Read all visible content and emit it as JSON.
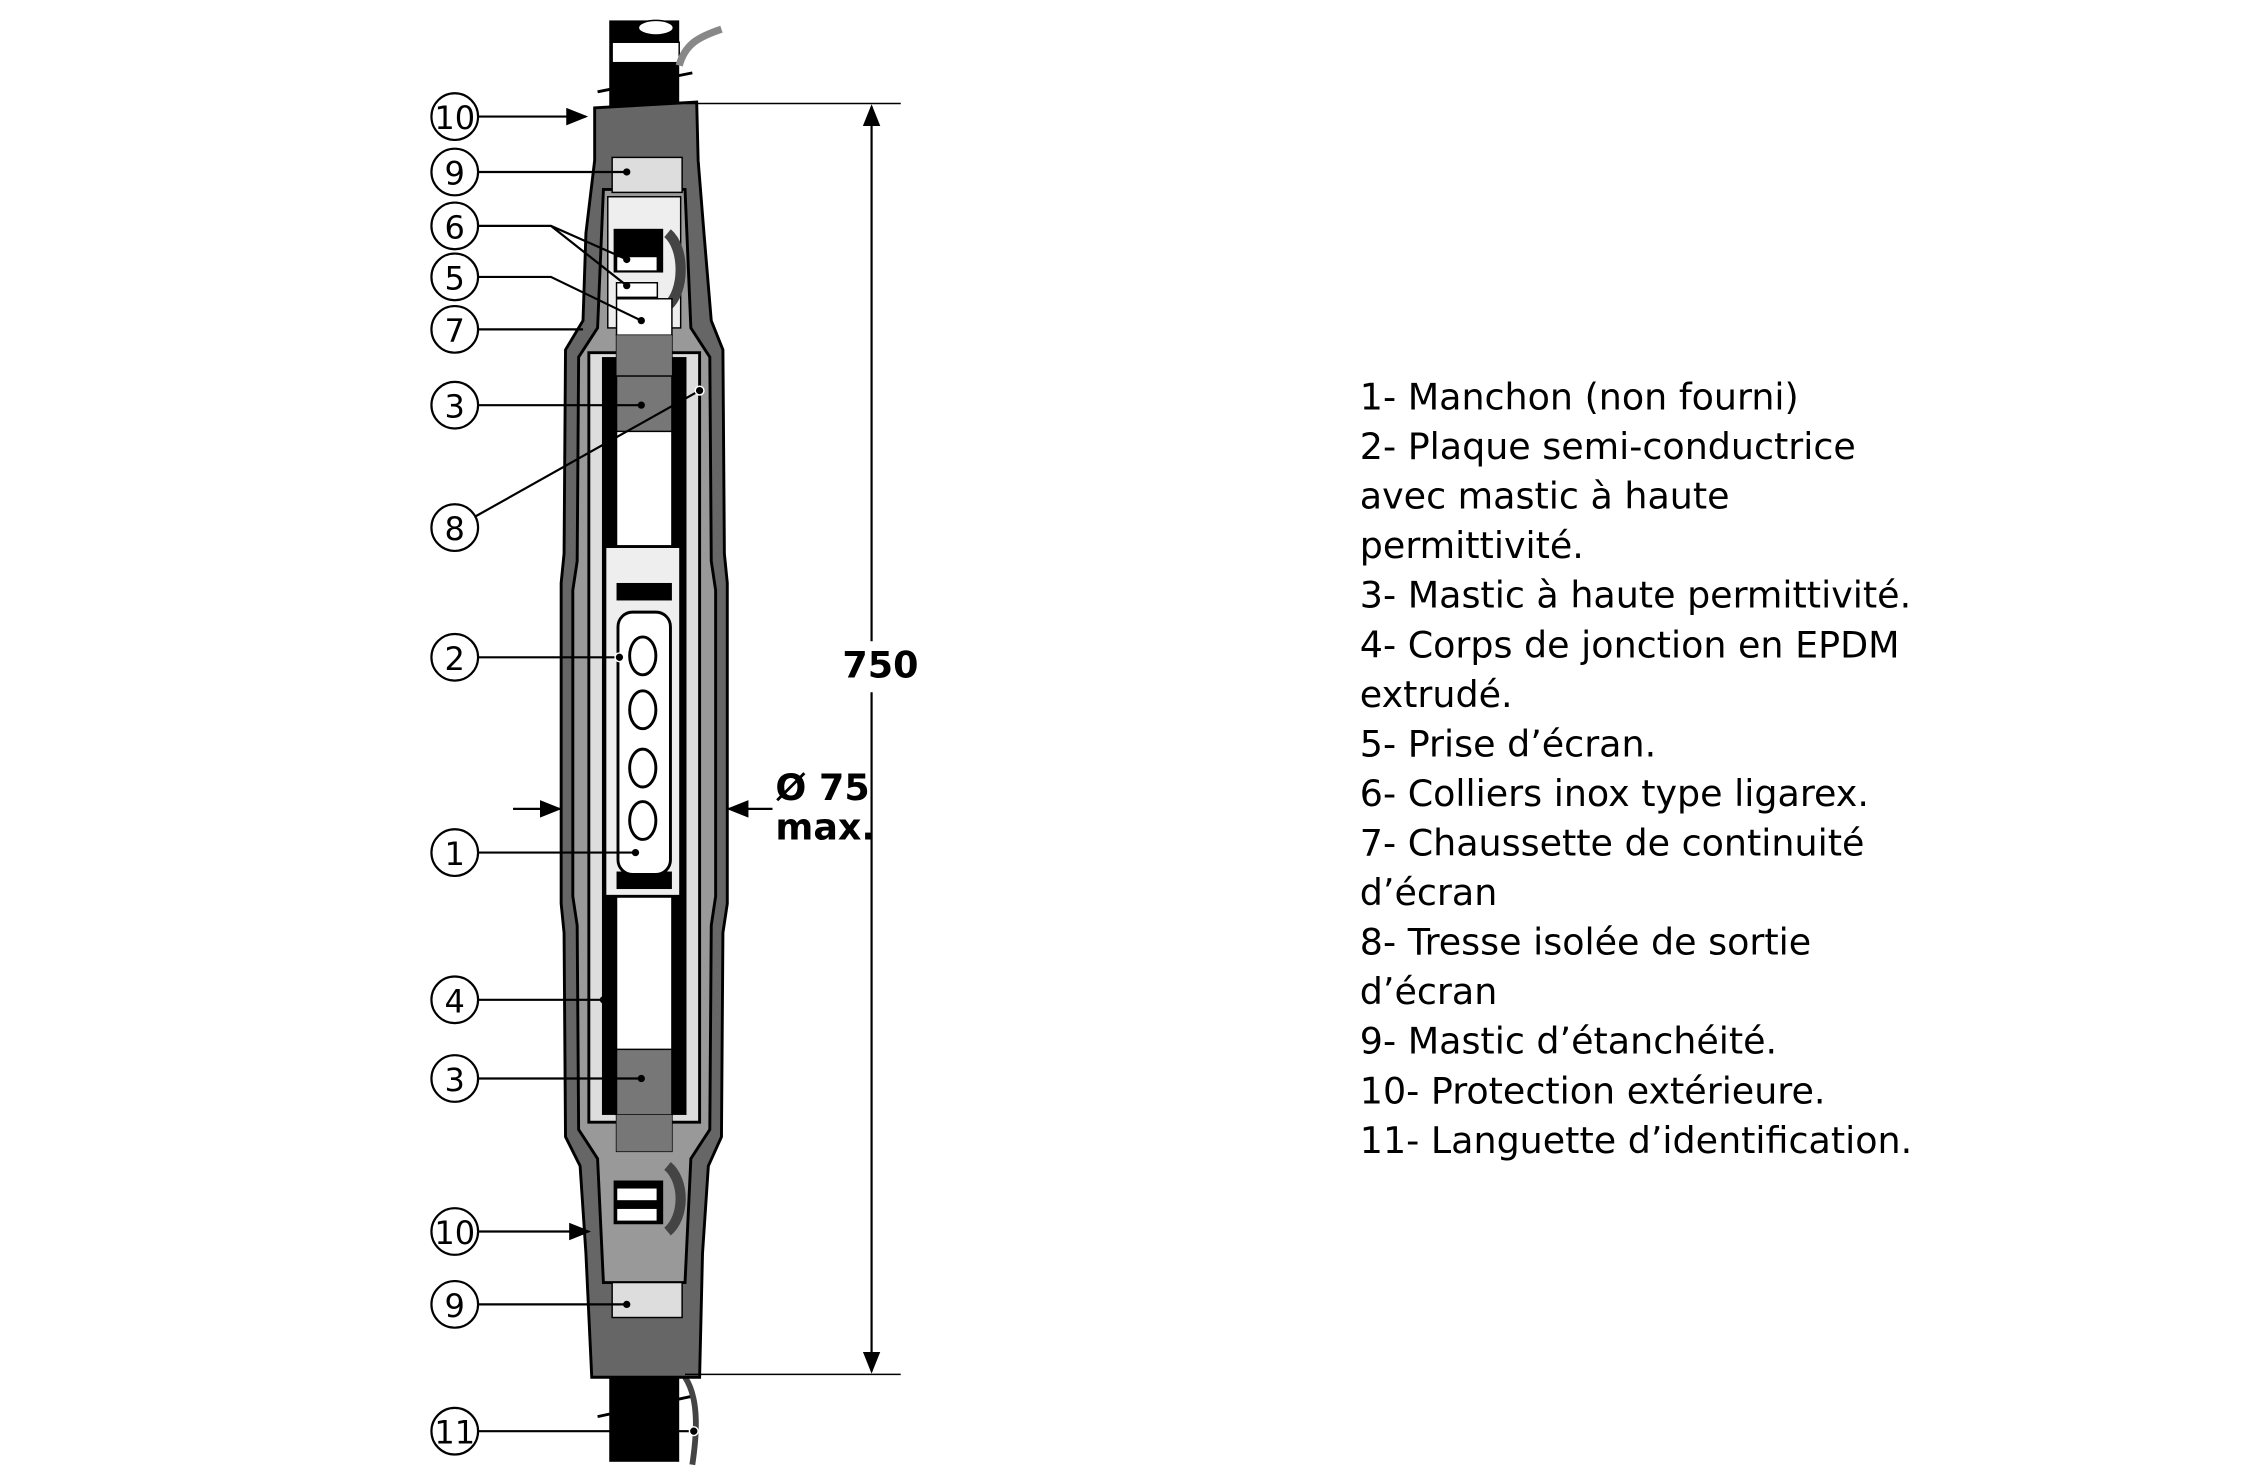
{
  "diagram": {
    "callouts": [
      "10",
      "9",
      "6",
      "5",
      "7",
      "3",
      "8",
      "2",
      "1",
      "4",
      "3",
      "10",
      "9",
      "11"
    ],
    "dimension_length": "750",
    "dimension_diameter_line1": "Ø 75",
    "dimension_diameter_line2": "max."
  },
  "legend": [
    "1- Manchon (non fourni)",
    "2- Plaque semi-conductrice",
    "avec mastic à haute",
    "permittivité.",
    "3- Mastic à haute permittivité.",
    "4- Corps de jonction en EPDM",
    "extrudé.",
    "5- Prise d’écran.",
    "6- Colliers inox type ligarex.",
    "7- Chaussette de continuité",
    "d’écran",
    "8- Tresse isolée de sortie",
    "d’écran",
    "9- Mastic d’étanchéité.",
    "10- Protection extérieure.",
    "11- Languette d’identification."
  ]
}
